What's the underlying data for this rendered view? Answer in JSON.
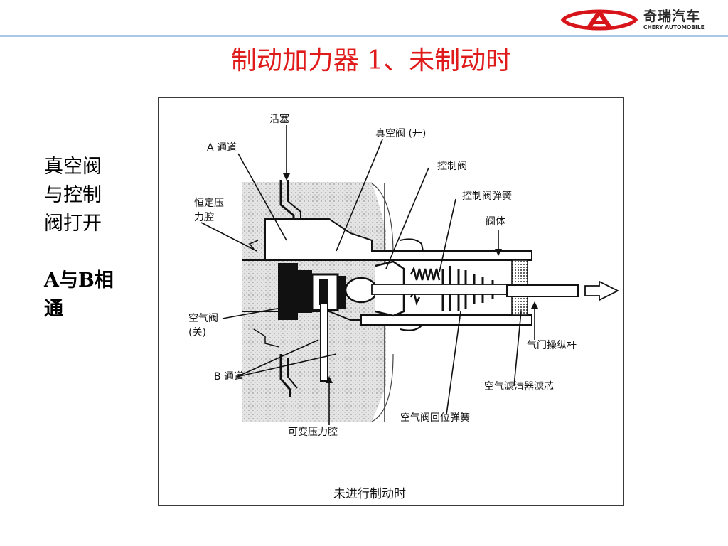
{
  "header": {
    "logo_cn": "奇瑞汽车",
    "logo_en": "CHERY AUTOMOBILE",
    "brand_color": "#d7141a",
    "rule_color": "#a9c7e6"
  },
  "slide": {
    "title": "制动加力器 1、未制动时",
    "title_color": "#e01b1b",
    "side_text_1": [
      "真空阀",
      "与控制",
      "阀打开"
    ],
    "side_text_2": [
      "A与B相",
      "通"
    ]
  },
  "diagram": {
    "labels": {
      "piston": "活塞",
      "channel_a": "A 通道",
      "vacuum_valve": "真空阀 (开)",
      "control_valve": "控制阀",
      "control_valve_spring": "控制阀弹簧",
      "constant_chamber_1": "恒定压",
      "constant_chamber_2": "力腔",
      "valve_body": "阀体",
      "air_valve_1": "空气阀",
      "air_valve_2": "(关)",
      "throttle_rod": "气门操纵杆",
      "channel_b": "B 通道",
      "air_filter": "空气滤清器滤芯",
      "air_valve_spring": "空气阀回位弹簧",
      "variable_chamber": "可变压力腔"
    },
    "caption": "未进行制动时"
  }
}
